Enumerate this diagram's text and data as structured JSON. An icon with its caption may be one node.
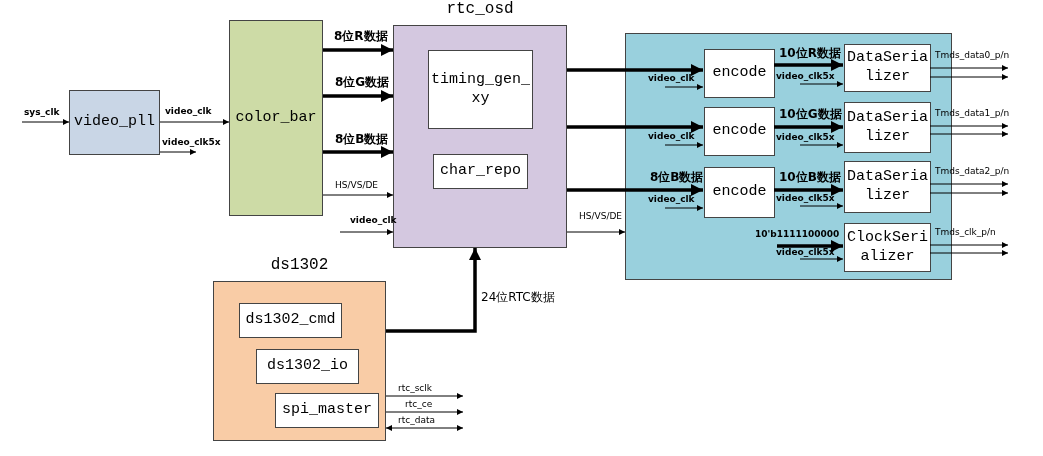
{
  "diagram": {
    "nodes": [
      {
        "text": [
          "video_pll"
        ]
      },
      {
        "text": [
          "color_bar"
        ]
      },
      {
        "text": [
          "rtc_osd"
        ]
      },
      {
        "text": [
          "timing_gen_xy"
        ],
        "in": 2
      },
      {
        "text": [
          "char_repo"
        ],
        "in": 2
      },
      {
        "text": [],
        "shape": "box"
      },
      {
        "text": [
          "encode"
        ],
        "in": 5
      },
      {
        "text": [
          "DataSerializer"
        ],
        "in": 5
      },
      {
        "text": [
          "encode"
        ],
        "in": 5
      },
      {
        "text": [
          "DataSerializer"
        ],
        "in": 5
      },
      {
        "text": [
          "encode"
        ],
        "in": 5
      },
      {
        "text": [
          "DataSerializer"
        ],
        "in": 5
      },
      {
        "text": [
          "ClockSerializer"
        ],
        "in": 5
      },
      {
        "text": [
          "ds1302"
        ]
      },
      {
        "text": [
          "ds1302_cmd"
        ],
        "in": 13
      },
      {
        "text": [
          "ds1302_io"
        ],
        "in": 13
      },
      {
        "text": [
          "spi_master"
        ],
        "in": 13
      }
    ],
    "edges": [
      {
        "from": null,
        "to": 0,
        "arrow": "to",
        "label": "sys_clk"
      },
      {
        "from": 0,
        "to": 1,
        "arrow": "to",
        "label": "video_clk"
      },
      {
        "from": 0,
        "to": null,
        "arrow": "to",
        "label": "video_clk5x"
      },
      {
        "from": 1,
        "to": 2,
        "arrow": "to",
        "label": "8位R数据",
        "style": "thick"
      },
      {
        "from": 1,
        "to": 2,
        "arrow": "to",
        "label": "8位G数据",
        "style": "thick"
      },
      {
        "from": 1,
        "to": 2,
        "arrow": "to",
        "label": "8位B数据",
        "style": "thick"
      },
      {
        "from": 1,
        "to": 2,
        "arrow": "to",
        "label": "HS/VS/DE"
      },
      {
        "from": null,
        "to": 2,
        "arrow": "to",
        "label": "video_clk"
      },
      {
        "from": 2,
        "to": 6,
        "arrow": "to",
        "style": "thick"
      },
      {
        "from": 2,
        "to": 8,
        "arrow": "to",
        "style": "thick"
      },
      {
        "from": 2,
        "to": 10,
        "arrow": "to",
        "label": "8位B数据",
        "style": "thick"
      },
      {
        "from": 2,
        "to": 5,
        "arrow": "to",
        "label": "HS/VS/DE"
      },
      {
        "from": null,
        "to": 6,
        "arrow": "to",
        "label": "video_clk"
      },
      {
        "from": 6,
        "to": 7,
        "arrow": "to",
        "label": "10位R数据",
        "style": "thick"
      },
      {
        "from": null,
        "to": 7,
        "arrow": "to",
        "label": "video_clk5x"
      },
      {
        "from": null,
        "to": 8,
        "arrow": "to",
        "label": "video_clk"
      },
      {
        "from": 8,
        "to": 9,
        "arrow": "to",
        "label": "10位G数据",
        "style": "thick"
      },
      {
        "from": null,
        "to": 9,
        "arrow": "to",
        "label": "video_clk5x"
      },
      {
        "from": null,
        "to": 10,
        "arrow": "to",
        "label": "video_clk"
      },
      {
        "from": 10,
        "to": 11,
        "arrow": "to",
        "label": "10位B数据",
        "style": "thick"
      },
      {
        "from": null,
        "to": 11,
        "arrow": "to",
        "label": "video_clk5x"
      },
      {
        "from": null,
        "to": 12,
        "arrow": "to",
        "label": "10'b1111100000",
        "style": "thick"
      },
      {
        "from": null,
        "to": 12,
        "arrow": "to",
        "label": "video_clk5x"
      },
      {
        "from": 7,
        "to": null,
        "arrow": "to",
        "label": "Tmds_data0_p/n"
      },
      {
        "from": 7,
        "to": null,
        "arrow": "to"
      },
      {
        "from": 9,
        "to": null,
        "arrow": "to",
        "label": "Tmds_data1_p/n"
      },
      {
        "from": 9,
        "to": null,
        "arrow": "to"
      },
      {
        "from": 11,
        "to": null,
        "arrow": "to",
        "label": "Tmds_data2_p/n"
      },
      {
        "from": 11,
        "to": null,
        "arrow": "to"
      },
      {
        "from": 12,
        "to": null,
        "arrow": "to",
        "label": "Tmds_clk_p/n"
      },
      {
        "from": 12,
        "to": null,
        "arrow": "to"
      },
      {
        "from": 13,
        "to": 2,
        "arrow": "to",
        "label": "24位RTC数据",
        "style": "thick"
      },
      {
        "from": 13,
        "to": null,
        "arrow": "to",
        "label": "rtc_sclk"
      },
      {
        "from": 13,
        "to": null,
        "arrow": "to",
        "label": "rtc_ce"
      },
      {
        "from": 13,
        "to": null,
        "arrow": "both",
        "label": "rtc_data"
      }
    ]
  }
}
